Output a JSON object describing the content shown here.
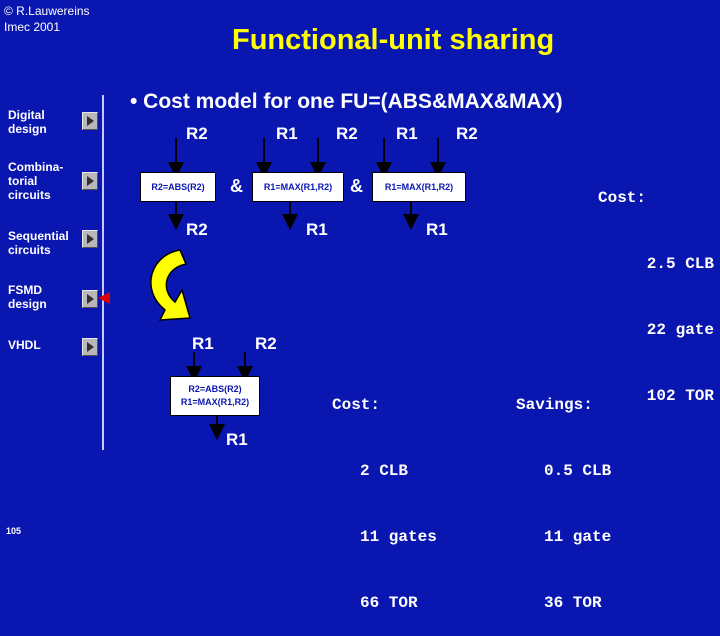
{
  "header": {
    "copyright_line1": "© R.Lauwereins",
    "copyright_line2": "Imec 2001",
    "title": "Functional-unit sharing"
  },
  "sidebar": {
    "items": [
      {
        "label": "Digital design"
      },
      {
        "label": "Combina-torial circuits"
      },
      {
        "label": "Sequential circuits"
      },
      {
        "label": "FSMD design"
      },
      {
        "label": "VHDL"
      }
    ]
  },
  "footer": {
    "page_number": "105"
  },
  "main": {
    "bullet": "• Cost model for one FU=(ABS&MAX&MAX)",
    "top_chain": {
      "inputs": [
        "R2",
        "R1",
        "R2",
        "R1",
        "R2"
      ],
      "boxes": [
        "R2=ABS(R2)",
        "R1=MAX(R1,R2)",
        "R1=MAX(R1,R2)"
      ],
      "operators": [
        "&",
        "&"
      ],
      "outputs": [
        "R2",
        "R1",
        "R1"
      ]
    },
    "shared_unit": {
      "inputs": [
        "R1",
        "R2"
      ],
      "box_line1": "R2=ABS(R2)",
      "box_line2": "R1=MAX(R1,R2)",
      "output": "R1"
    },
    "cost_top": [
      "Cost:",
      "2.5 CLB",
      "22 gate",
      "102 TOR"
    ],
    "cost_shared": [
      "Cost:",
      "2 CLB",
      "11 gates",
      "66 TOR"
    ],
    "savings": [
      "Savings:",
      "0.5 CLB",
      "11 gate",
      "36 TOR"
    ]
  },
  "colors": {
    "background": "#0a16b0",
    "title": "#ffff00",
    "arrow_fill": "#ffff00",
    "pointer": "#e00000"
  }
}
